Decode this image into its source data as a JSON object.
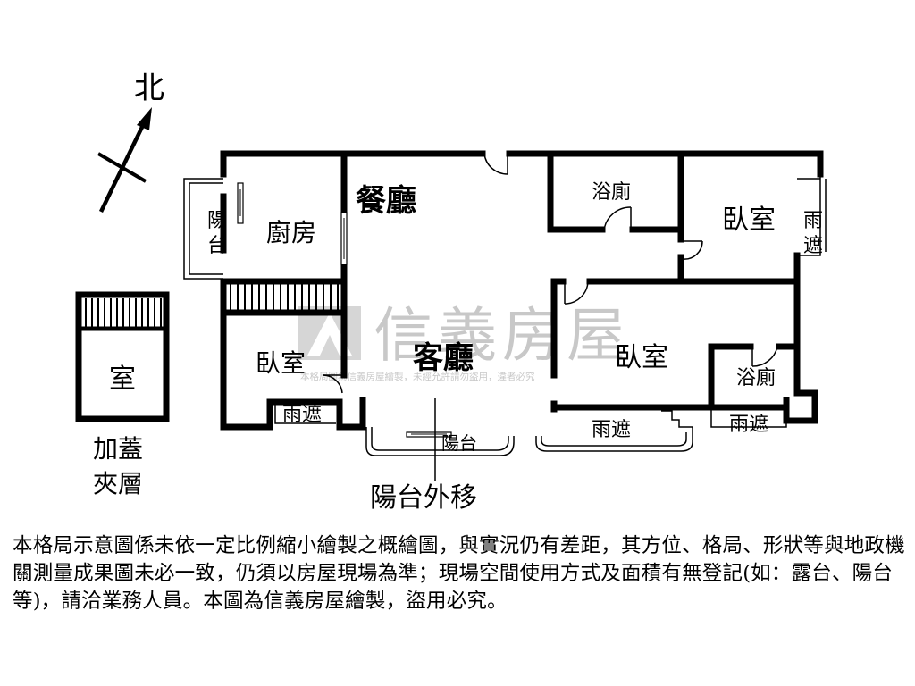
{
  "compass": {
    "label": "北"
  },
  "watermark": {
    "brand": "信義房屋",
    "notice": "本格局圖為信義房屋繪製，未經允許請勿盜用，違者必究"
  },
  "rooms": {
    "dining": "餐廳",
    "kitchen": "廚房",
    "balcony_west": "陽台",
    "bath_north": "浴廁",
    "bedroom_northeast": "臥室",
    "canopy_east": "雨遮",
    "living": "客廳",
    "bedroom_west": "臥室",
    "bedroom_east": "臥室",
    "bath_east": "浴廁",
    "canopy_sw": "雨遮",
    "balcony_south": "陽台",
    "canopy_south": "雨遮",
    "canopy_se": "雨遮",
    "mezz_room": "室",
    "mezz_caption_1": "加蓋",
    "mezz_caption_2": "夾層",
    "balcony_moved": "陽台外移"
  },
  "disclaimer": "本格局示意圖係未依一定比例縮小繪製之概繪圖，與實況仍有差距，其方位、格局、形狀等與地政機關測量成果圖未必一致，仍須以房屋現場為準；現場空間使用方式及面積有無登記(如：露台、陽台等)，請洽業務人員。本圖為信義房屋繪製，盜用必究。"
}
